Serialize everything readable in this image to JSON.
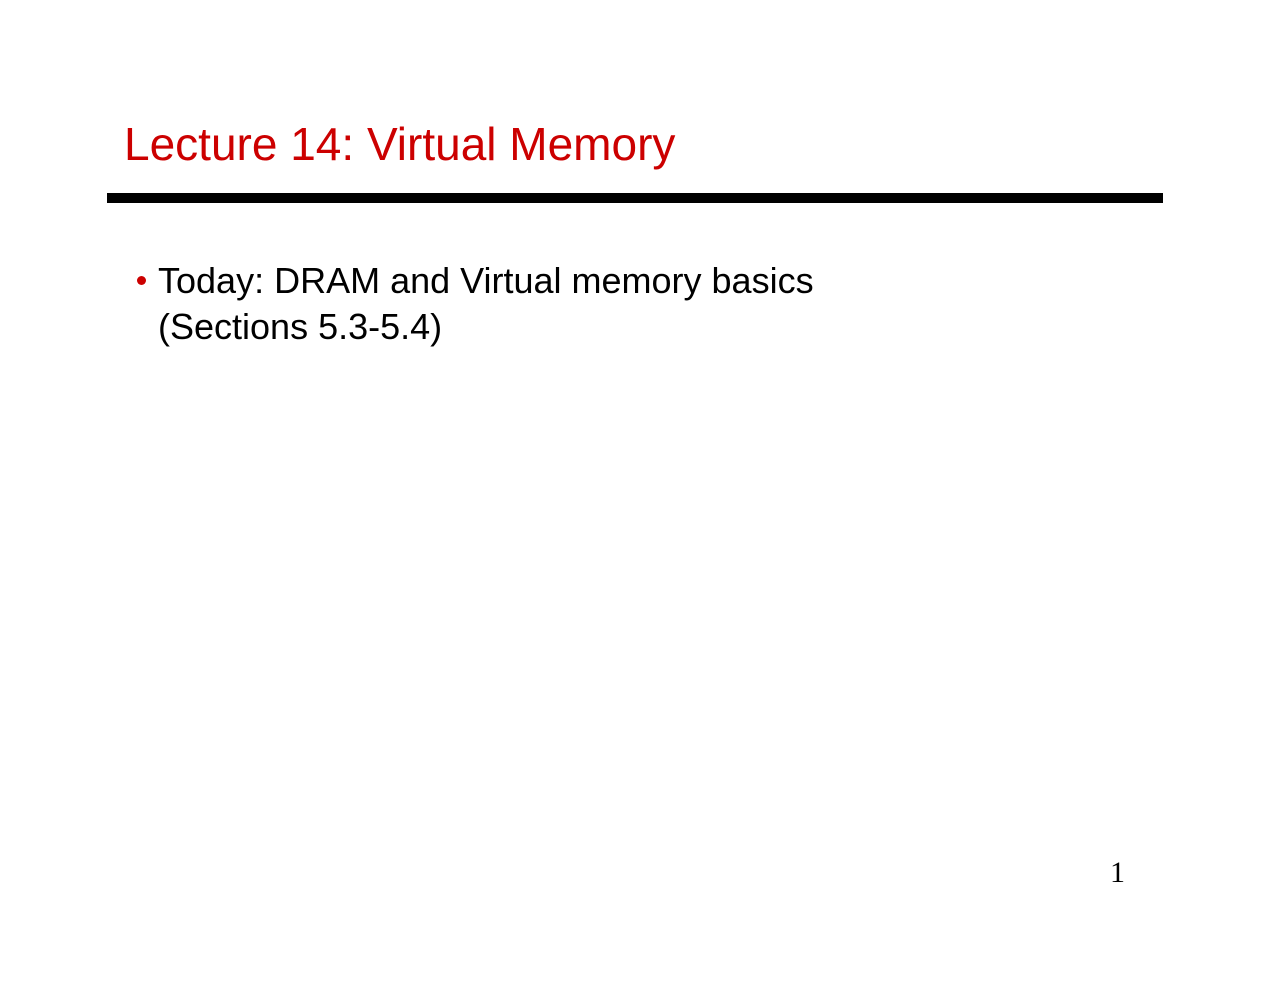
{
  "slide": {
    "title": "Lecture 14: Virtual Memory",
    "title_color": "#cc0000",
    "rule_color": "#000000",
    "background_color": "#ffffff",
    "body": {
      "bullets": [
        {
          "marker": "bullet-dot",
          "marker_color": "#cc0000",
          "text": "Today: DRAM and Virtual memory basics\n(Sections 5.3-5.4)",
          "text_color": "#000000"
        }
      ]
    },
    "page_number": "1"
  }
}
